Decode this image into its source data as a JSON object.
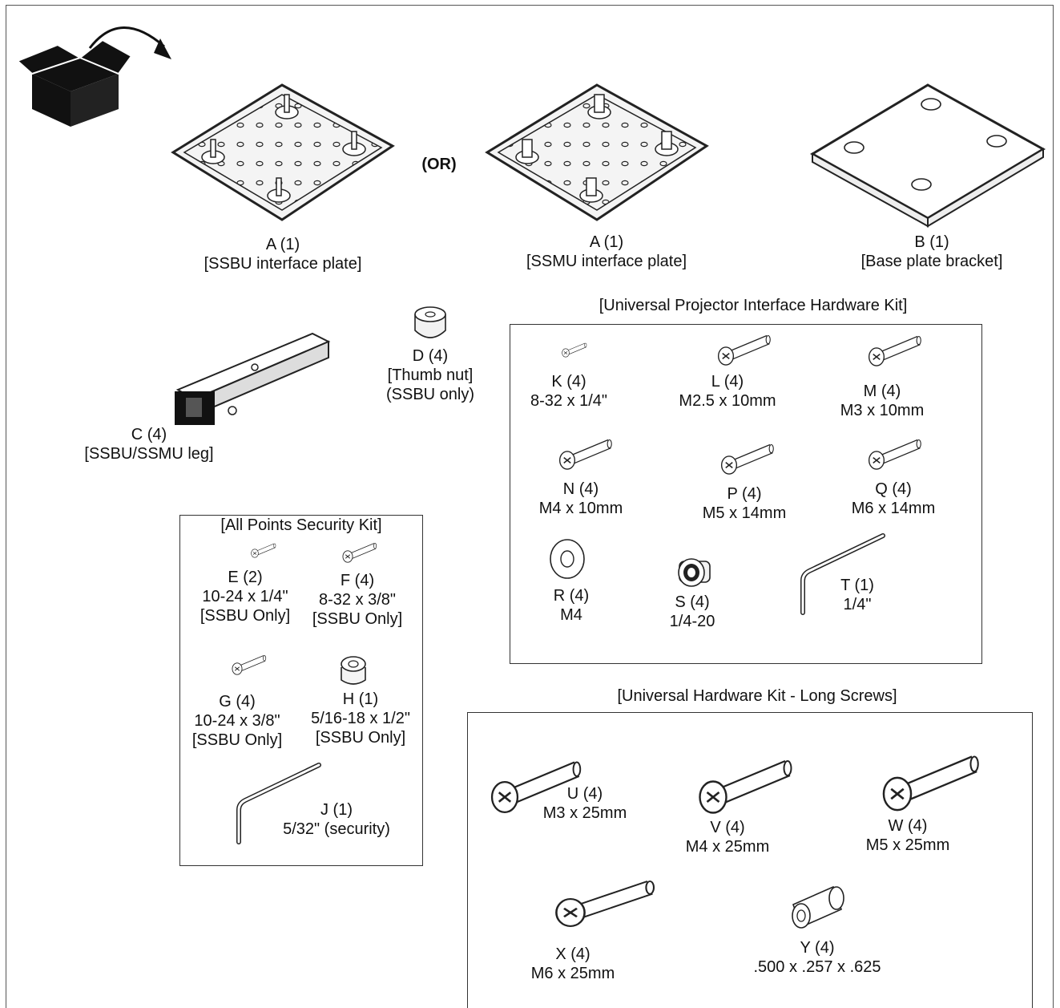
{
  "or_label": "(OR)",
  "parts": {
    "a1": {
      "id": "A (1)",
      "desc": "[SSBU interface plate]"
    },
    "a2": {
      "id": "A (1)",
      "desc": "[SSMU interface plate]"
    },
    "b": {
      "id": "B (1)",
      "desc": "[Base plate bracket]"
    },
    "c": {
      "id": "C (4)",
      "desc": "[SSBU/SSMU leg]"
    },
    "d": {
      "id": "D (4)",
      "desc": "[Thumb nut]",
      "note": "(SSBU only)"
    }
  },
  "security_kit": {
    "title": "[All Points Security Kit]",
    "items": [
      {
        "id": "E (2)",
        "spec": "10-24 x 1/4\"",
        "note": "[SSBU Only]"
      },
      {
        "id": "F (4)",
        "spec": "8-32 x 3/8\"",
        "note": "[SSBU Only]"
      },
      {
        "id": "G (4)",
        "spec": "10-24 x 3/8\"",
        "note": "[SSBU Only]"
      },
      {
        "id": "H (1)",
        "spec": "5/16-18 x 1/2\"",
        "note": "[SSBU Only]"
      },
      {
        "id": "J (1)",
        "spec": "5/32\" (security)"
      }
    ]
  },
  "projector_kit": {
    "title": "[Universal Projector Interface Hardware Kit]",
    "items": [
      {
        "id": "K (4)",
        "spec": "8-32 x 1/4\""
      },
      {
        "id": "L (4)",
        "spec": "M2.5 x 10mm"
      },
      {
        "id": "M (4)",
        "spec": "M3 x 10mm"
      },
      {
        "id": "N (4)",
        "spec": "M4 x 10mm"
      },
      {
        "id": "P (4)",
        "spec": "M5 x 14mm"
      },
      {
        "id": "Q (4)",
        "spec": "M6 x 14mm"
      },
      {
        "id": "R (4)",
        "spec": "M4"
      },
      {
        "id": "S (4)",
        "spec": "1/4-20"
      },
      {
        "id": "T (1)",
        "spec": "1/4\""
      }
    ]
  },
  "long_kit": {
    "title": "[Universal Hardware Kit - Long Screws]",
    "items": [
      {
        "id": "U (4)",
        "spec": "M3 x 25mm"
      },
      {
        "id": "V (4)",
        "spec": "M4 x 25mm"
      },
      {
        "id": "W (4)",
        "spec": "M5 x 25mm"
      },
      {
        "id": "X (4)",
        "spec": "M6 x 25mm"
      },
      {
        "id": "Y (4)",
        "spec": ".500 x .257 x .625"
      }
    ]
  }
}
